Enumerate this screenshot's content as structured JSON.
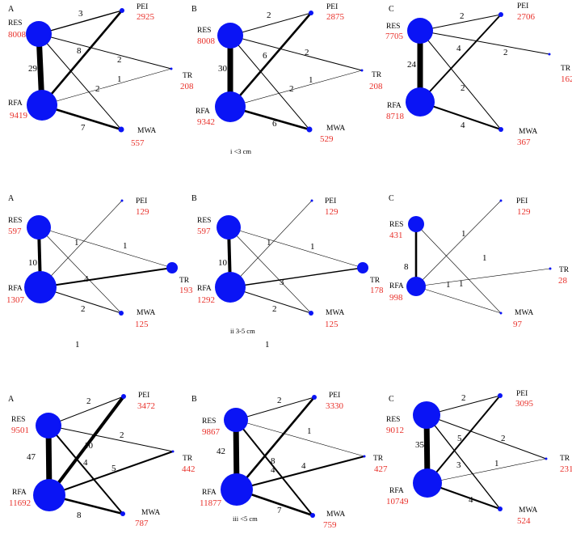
{
  "colors": {
    "node": "#0a14f5",
    "count": "#e8312b",
    "edge": "#000000",
    "text": "#000000"
  },
  "rows": [
    {
      "caption": "i  <3 cm",
      "panels": [
        {
          "letter": "A",
          "nodes": {
            "RES": {
              "label": "RES",
              "count": "8008"
            },
            "RFA": {
              "label": "RFA",
              "count": "9419"
            },
            "PEI": {
              "label": "PEI",
              "count": "2925"
            },
            "TR": {
              "label": "TR",
              "count": "208"
            },
            "MWA": {
              "label": "MWA",
              "count": "557"
            }
          },
          "edges": [
            {
              "from": "RES",
              "to": "PEI",
              "label": "3"
            },
            {
              "from": "RES",
              "to": "TR",
              "label": "2"
            },
            {
              "from": "RES",
              "to": "MWA",
              "label": "2"
            },
            {
              "from": "RES",
              "to": "RFA",
              "label": "29"
            },
            {
              "from": "RFA",
              "to": "PEI",
              "label": "8"
            },
            {
              "from": "RFA",
              "to": "TR",
              "label": "1"
            },
            {
              "from": "RFA",
              "to": "MWA",
              "label": "7"
            }
          ]
        },
        {
          "letter": "B",
          "nodes": {
            "RES": {
              "label": "RES",
              "count": "8008"
            },
            "RFA": {
              "label": "RFA",
              "count": "9342"
            },
            "PEI": {
              "label": "PEI",
              "count": "2875"
            },
            "TR": {
              "label": "TR",
              "count": "208"
            },
            "MWA": {
              "label": "MWA",
              "count": "529"
            }
          },
          "edges": [
            {
              "from": "RES",
              "to": "PEI",
              "label": "2"
            },
            {
              "from": "RES",
              "to": "TR",
              "label": "2"
            },
            {
              "from": "RES",
              "to": "MWA",
              "label": "2"
            },
            {
              "from": "RES",
              "to": "RFA",
              "label": "30"
            },
            {
              "from": "RFA",
              "to": "PEI",
              "label": "6"
            },
            {
              "from": "RFA",
              "to": "TR",
              "label": "1"
            },
            {
              "from": "RFA",
              "to": "MWA",
              "label": "6"
            }
          ]
        },
        {
          "letter": "C",
          "nodes": {
            "RES": {
              "label": "RES",
              "count": "7705"
            },
            "RFA": {
              "label": "RFA",
              "count": "8718"
            },
            "PEI": {
              "label": "PEI",
              "count": "2706"
            },
            "TR": {
              "label": "TR",
              "count": "162"
            },
            "MWA": {
              "label": "MWA",
              "count": "367"
            }
          },
          "edges": [
            {
              "from": "RES",
              "to": "PEI",
              "label": "2"
            },
            {
              "from": "RES",
              "to": "TR",
              "label": "2"
            },
            {
              "from": "RES",
              "to": "MWA",
              "label": "2"
            },
            {
              "from": "RES",
              "to": "RFA",
              "label": "24"
            },
            {
              "from": "RFA",
              "to": "PEI",
              "label": "4"
            },
            {
              "from": "RFA",
              "to": "MWA",
              "label": "4"
            }
          ]
        }
      ]
    },
    {
      "caption": "ii  3-5 cm",
      "panels": [
        {
          "letter": "A",
          "nodes": {
            "RES": {
              "label": "RES",
              "count": "597"
            },
            "RFA": {
              "label": "RFA",
              "count": "1307"
            },
            "PEI": {
              "label": "PEI",
              "count": "129"
            },
            "TR": {
              "label": "TR",
              "count": "193"
            },
            "MWA": {
              "label": "MWA",
              "count": "125"
            }
          },
          "edges": [
            {
              "from": "RES",
              "to": "RFA",
              "label": "10"
            },
            {
              "from": "RES",
              "to": "TR",
              "label": "1"
            },
            {
              "from": "RES",
              "to": "MWA",
              "label": "1"
            },
            {
              "from": "RFA",
              "to": "PEI",
              "label": "1"
            },
            {
              "from": "RFA",
              "to": "TR",
              "label": "4"
            },
            {
              "from": "RFA",
              "to": "MWA",
              "label": "2"
            }
          ]
        },
        {
          "letter": "B",
          "nodes": {
            "RES": {
              "label": "RES",
              "count": "597"
            },
            "RFA": {
              "label": "RFA",
              "count": "1292"
            },
            "PEI": {
              "label": "PEI",
              "count": "129"
            },
            "TR": {
              "label": "TR",
              "count": "178"
            },
            "MWA": {
              "label": "MWA",
              "count": "125"
            }
          },
          "edges": [
            {
              "from": "RES",
              "to": "RFA",
              "label": "10"
            },
            {
              "from": "RES",
              "to": "TR",
              "label": "1"
            },
            {
              "from": "RES",
              "to": "MWA",
              "label": "1"
            },
            {
              "from": "RFA",
              "to": "PEI",
              "label": "1"
            },
            {
              "from": "RFA",
              "to": "TR",
              "label": "3"
            },
            {
              "from": "RFA",
              "to": "MWA",
              "label": "2"
            }
          ]
        },
        {
          "letter": "C",
          "nodes": {
            "RES": {
              "label": "RES",
              "count": "431"
            },
            "RFA": {
              "label": "RFA",
              "count": "998"
            },
            "PEI": {
              "label": "PEI",
              "count": "129"
            },
            "TR": {
              "label": "TR",
              "count": "28"
            },
            "MWA": {
              "label": "MWA",
              "count": "97"
            }
          },
          "edges": [
            {
              "from": "RES",
              "to": "RFA",
              "label": "8"
            },
            {
              "from": "RES",
              "to": "MWA",
              "label": "1"
            },
            {
              "from": "RFA",
              "to": "PEI",
              "label": "1"
            },
            {
              "from": "RFA",
              "to": "TR",
              "label": "1"
            },
            {
              "from": "RFA",
              "to": "MWA",
              "label": "1"
            }
          ]
        }
      ]
    },
    {
      "caption": "iii  <5 cm",
      "panels": [
        {
          "letter": "A",
          "nodes": {
            "RES": {
              "label": "RES",
              "count": "9501"
            },
            "RFA": {
              "label": "RFA",
              "count": "11692"
            },
            "PEI": {
              "label": "PEI",
              "count": "3472"
            },
            "TR": {
              "label": "TR",
              "count": "442"
            },
            "MWA": {
              "label": "MWA",
              "count": "787"
            }
          },
          "edges": [
            {
              "from": "RES",
              "to": "PEI",
              "label": "2"
            },
            {
              "from": "RES",
              "to": "TR",
              "label": "2"
            },
            {
              "from": "RES",
              "to": "MWA",
              "label": "4"
            },
            {
              "from": "RES",
              "to": "RFA",
              "label": "47"
            },
            {
              "from": "RFA",
              "to": "PEI",
              "label": "10"
            },
            {
              "from": "RFA",
              "to": "TR",
              "label": "5"
            },
            {
              "from": "RFA",
              "to": "MWA",
              "label": "8"
            }
          ]
        },
        {
          "letter": "B",
          "nodes": {
            "RES": {
              "label": "RES",
              "count": "9867"
            },
            "RFA": {
              "label": "RFA",
              "count": "11877"
            },
            "PEI": {
              "label": "PEI",
              "count": "3330"
            },
            "TR": {
              "label": "TR",
              "count": "427"
            },
            "MWA": {
              "label": "MWA",
              "count": "759"
            }
          },
          "edges": [
            {
              "from": "RES",
              "to": "PEI",
              "label": "2"
            },
            {
              "from": "RES",
              "to": "TR",
              "label": "1"
            },
            {
              "from": "RES",
              "to": "MWA",
              "label": "4"
            },
            {
              "from": "RES",
              "to": "RFA",
              "label": "42"
            },
            {
              "from": "RFA",
              "to": "PEI",
              "label": "8"
            },
            {
              "from": "RFA",
              "to": "TR",
              "label": "4"
            },
            {
              "from": "RFA",
              "to": "MWA",
              "label": "7"
            }
          ]
        },
        {
          "letter": "C",
          "nodes": {
            "RES": {
              "label": "RES",
              "count": "9012"
            },
            "RFA": {
              "label": "RFA",
              "count": "10749"
            },
            "PEI": {
              "label": "PEI",
              "count": "3095"
            },
            "TR": {
              "label": "TR",
              "count": "231"
            },
            "MWA": {
              "label": "MWA",
              "count": "524"
            }
          },
          "edges": [
            {
              "from": "RES",
              "to": "PEI",
              "label": "2"
            },
            {
              "from": "RES",
              "to": "TR",
              "label": "2"
            },
            {
              "from": "RES",
              "to": "MWA",
              "label": "3"
            },
            {
              "from": "RES",
              "to": "RFA",
              "label": "35"
            },
            {
              "from": "RFA",
              "to": "PEI",
              "label": "5"
            },
            {
              "from": "RFA",
              "to": "TR",
              "label": "1"
            },
            {
              "from": "RFA",
              "to": "MWA",
              "label": "4"
            }
          ]
        }
      ]
    }
  ]
}
